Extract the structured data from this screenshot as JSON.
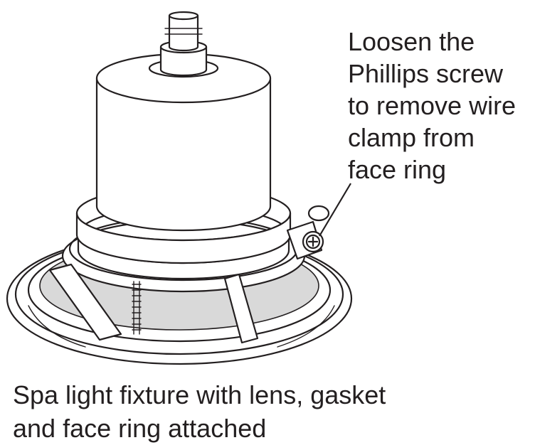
{
  "callout": {
    "lines": [
      "Loosen the",
      "Phillips screw",
      "to remove wire",
      "clamp from",
      "face ring"
    ]
  },
  "caption": {
    "lines": [
      "Spa light fixture with lens, gasket",
      "and face ring attached"
    ]
  }
}
